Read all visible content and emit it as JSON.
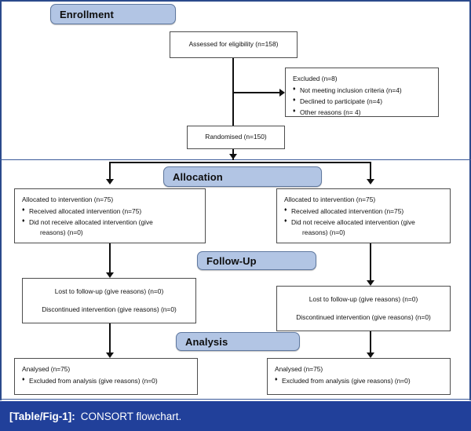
{
  "figure": {
    "caption_label": "[Table/Fig-1]:",
    "caption_text": "CONSORT flowchart.",
    "caption_bar_color": "#21409a",
    "stage_pill_color": "#b2c5e4",
    "box_border_color": "#4d4d4d"
  },
  "stages": {
    "enrollment": "Enrollment",
    "allocation": "Allocation",
    "followup": "Follow-Up",
    "analysis": "Analysis"
  },
  "enrollment": {
    "assessed": "Assessed for eligibility (n=158)",
    "excluded": {
      "header": "Excluded (n=8)",
      "items": [
        "Not meeting inclusion criteria (n=4)",
        "Declined to participate (n=4)",
        "Other reasons (n= 4)"
      ]
    },
    "randomised": "Randomised (n=150)"
  },
  "allocation": {
    "left": {
      "header": "Allocated to intervention (n=75)",
      "items": [
        "Received allocated intervention (n=75)",
        "Did not receive allocated intervention (give"
      ],
      "item_continuation": "reasons) (n=0)"
    },
    "right": {
      "header": "Allocated to intervention (n=75)",
      "items": [
        "Received allocated intervention (n=75)",
        "Did not receive allocated intervention (give"
      ],
      "item_continuation": "reasons) (n=0)"
    }
  },
  "followup": {
    "left": {
      "line1": "Lost to follow-up (give reasons) (n=0)",
      "line2": "Discontinued intervention (give reasons) (n=0)"
    },
    "right": {
      "line1": "Lost to follow-up (give reasons) (n=0)",
      "line2": "Discontinued intervention (give reasons) (n=0)"
    }
  },
  "analysis": {
    "left": {
      "header": "Analysed (n=75)",
      "items": [
        "Excluded from analysis (give reasons) (n=0)"
      ]
    },
    "right": {
      "header": "Analysed (n=75)",
      "items": [
        "Excluded from analysis (give reasons) (n=0)"
      ]
    }
  }
}
